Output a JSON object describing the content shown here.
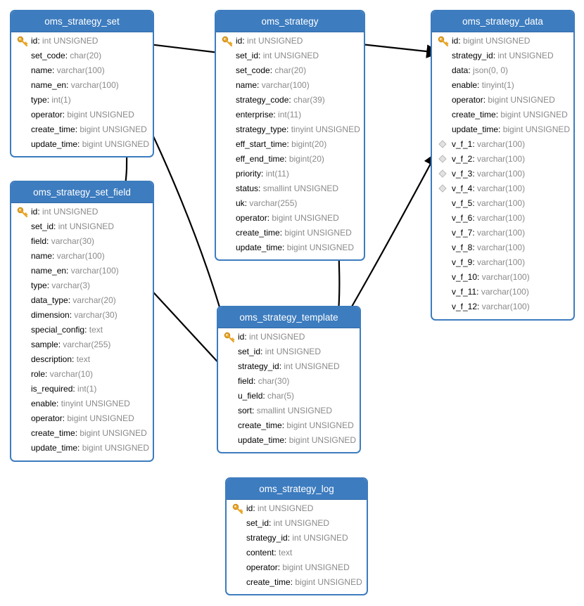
{
  "tables": [
    {
      "name": "oms_strategy_set",
      "fields": [
        {
          "name": "id",
          "type": "int UNSIGNED",
          "icon": "key-icon"
        },
        {
          "name": "set_code",
          "type": "char(20)"
        },
        {
          "name": "name",
          "type": "varchar(100)"
        },
        {
          "name": "name_en",
          "type": "varchar(100)"
        },
        {
          "name": "type",
          "type": "int(1)"
        },
        {
          "name": "operator",
          "type": "bigint UNSIGNED"
        },
        {
          "name": "create_time",
          "type": "bigint UNSIGNED"
        },
        {
          "name": "update_time",
          "type": "bigint UNSIGNED"
        }
      ]
    },
    {
      "name": "oms_strategy",
      "fields": [
        {
          "name": "id",
          "type": "int UNSIGNED",
          "icon": "key-icon"
        },
        {
          "name": "set_id",
          "type": "int UNSIGNED"
        },
        {
          "name": "set_code",
          "type": "char(20)"
        },
        {
          "name": "name",
          "type": "varchar(100)"
        },
        {
          "name": "strategy_code",
          "type": "char(39)"
        },
        {
          "name": "enterprise",
          "type": "int(11)"
        },
        {
          "name": "strategy_type",
          "type": "tinyint UNSIGNED"
        },
        {
          "name": "eff_start_time",
          "type": "bigint(20)"
        },
        {
          "name": "eff_end_time",
          "type": "bigint(20)"
        },
        {
          "name": "priority",
          "type": "int(11)"
        },
        {
          "name": "status",
          "type": "smallint UNSIGNED"
        },
        {
          "name": "uk",
          "type": "varchar(255)"
        },
        {
          "name": "operator",
          "type": "bigint UNSIGNED"
        },
        {
          "name": "create_time",
          "type": "bigint UNSIGNED"
        },
        {
          "name": "update_time",
          "type": "bigint UNSIGNED"
        }
      ]
    },
    {
      "name": "oms_strategy_data",
      "fields": [
        {
          "name": "id",
          "type": "bigint UNSIGNED",
          "icon": "key-icon"
        },
        {
          "name": "strategy_id",
          "type": "int UNSIGNED"
        },
        {
          "name": "data",
          "type": "json(0, 0)"
        },
        {
          "name": "enable",
          "type": "tinyint(1)"
        },
        {
          "name": "operator",
          "type": "bigint UNSIGNED"
        },
        {
          "name": "create_time",
          "type": "bigint UNSIGNED"
        },
        {
          "name": "update_time",
          "type": "bigint UNSIGNED"
        },
        {
          "name": "v_f_1",
          "type": "varchar(100)",
          "icon": "index-diamond-icon"
        },
        {
          "name": "v_f_2",
          "type": "varchar(100)",
          "icon": "index-diamond-icon"
        },
        {
          "name": "v_f_3",
          "type": "varchar(100)",
          "icon": "index-diamond-icon"
        },
        {
          "name": "v_f_4",
          "type": "varchar(100)",
          "icon": "index-diamond-icon"
        },
        {
          "name": "v_f_5",
          "type": "varchar(100)"
        },
        {
          "name": "v_f_6",
          "type": "varchar(100)"
        },
        {
          "name": "v_f_7",
          "type": "varchar(100)"
        },
        {
          "name": "v_f_8",
          "type": "varchar(100)"
        },
        {
          "name": "v_f_9",
          "type": "varchar(100)"
        },
        {
          "name": "v_f_10",
          "type": "varchar(100)"
        },
        {
          "name": "v_f_11",
          "type": "varchar(100)"
        },
        {
          "name": "v_f_12",
          "type": "varchar(100)"
        }
      ]
    },
    {
      "name": "oms_strategy_set_field",
      "fields": [
        {
          "name": "id",
          "type": "int UNSIGNED",
          "icon": "key-icon"
        },
        {
          "name": "set_id",
          "type": "int UNSIGNED"
        },
        {
          "name": "field",
          "type": "varchar(30)"
        },
        {
          "name": "name",
          "type": "varchar(100)"
        },
        {
          "name": "name_en",
          "type": "varchar(100)"
        },
        {
          "name": "type",
          "type": "varchar(3)"
        },
        {
          "name": "data_type",
          "type": "varchar(20)"
        },
        {
          "name": "dimension",
          "type": "varchar(30)"
        },
        {
          "name": "special_config",
          "type": "text"
        },
        {
          "name": "sample",
          "type": "varchar(255)"
        },
        {
          "name": "description",
          "type": "text"
        },
        {
          "name": "role",
          "type": "varchar(10)"
        },
        {
          "name": "is_required",
          "type": "int(1)"
        },
        {
          "name": "enable",
          "type": "tinyint UNSIGNED"
        },
        {
          "name": "operator",
          "type": "bigint UNSIGNED"
        },
        {
          "name": "create_time",
          "type": "bigint UNSIGNED"
        },
        {
          "name": "update_time",
          "type": "bigint UNSIGNED"
        }
      ]
    },
    {
      "name": "oms_strategy_template",
      "fields": [
        {
          "name": "id",
          "type": "int UNSIGNED",
          "icon": "key-icon"
        },
        {
          "name": "set_id",
          "type": "int UNSIGNED"
        },
        {
          "name": "strategy_id",
          "type": "int UNSIGNED"
        },
        {
          "name": "field",
          "type": "char(30)"
        },
        {
          "name": "u_field",
          "type": "char(5)"
        },
        {
          "name": "sort",
          "type": "smallint UNSIGNED"
        },
        {
          "name": "create_time",
          "type": "bigint UNSIGNED"
        },
        {
          "name": "update_time",
          "type": "bigint UNSIGNED"
        }
      ]
    },
    {
      "name": "oms_strategy_log",
      "fields": [
        {
          "name": "id",
          "type": "int UNSIGNED",
          "icon": "key-icon"
        },
        {
          "name": "set_id",
          "type": "int UNSIGNED"
        },
        {
          "name": "strategy_id",
          "type": "int UNSIGNED"
        },
        {
          "name": "content",
          "type": "text"
        },
        {
          "name": "operator",
          "type": "bigint UNSIGNED"
        },
        {
          "name": "create_time",
          "type": "bigint UNSIGNED"
        }
      ]
    }
  ],
  "relations": [
    {
      "from": "oms_strategy_set.id",
      "to": "oms_strategy.set_id"
    },
    {
      "from": "oms_strategy_set.id",
      "to": "oms_strategy_set_field.set_id"
    },
    {
      "from": "oms_strategy_set.id",
      "to": "oms_strategy_template.set_id"
    },
    {
      "from": "oms_strategy.id",
      "to": "oms_strategy_data.strategy_id"
    },
    {
      "from": "oms_strategy.id",
      "to": "oms_strategy_template.strategy_id"
    },
    {
      "from": "oms_strategy_set_field.field",
      "to": "oms_strategy_template.field"
    },
    {
      "from": "oms_strategy_template.u_field",
      "to": "oms_strategy_data.v_f_1"
    }
  ],
  "colors": {
    "header": "#3d7cbf",
    "border": "#3d7cbf",
    "type_text": "#8a8a8a",
    "key_icon": "#e8a526",
    "index_icon": "#b8b8b8",
    "arrow": "#000000"
  }
}
